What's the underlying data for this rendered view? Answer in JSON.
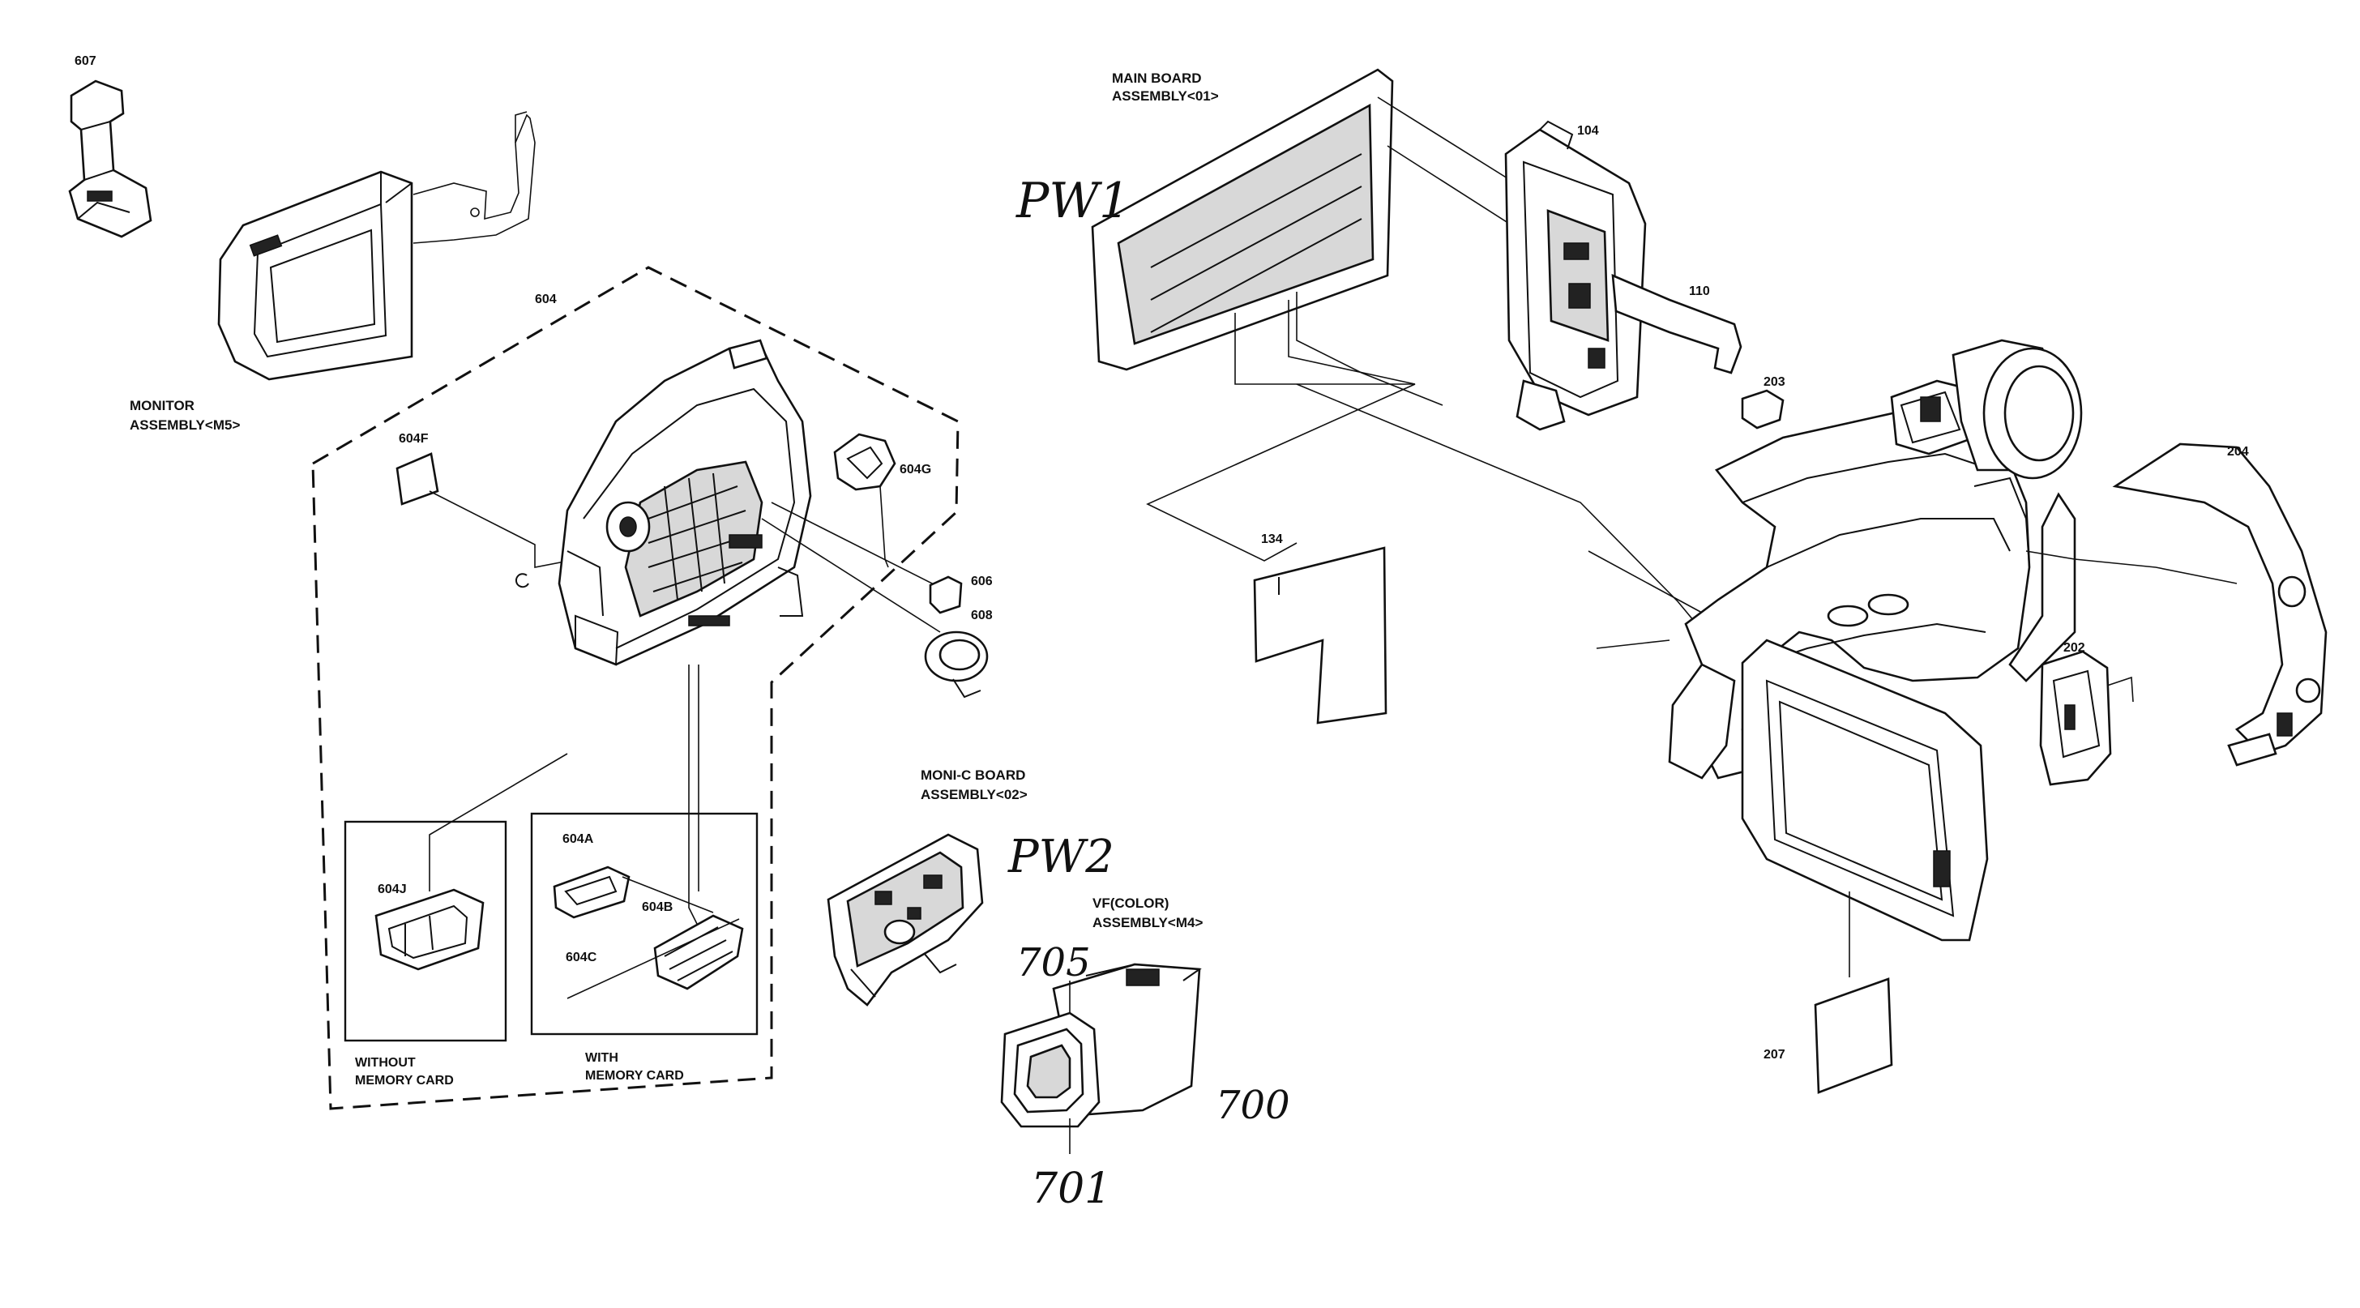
{
  "labels": {
    "p607": "607",
    "monitor": [
      "MONITOR",
      "ASSEMBLY<M5>"
    ],
    "p604": "604",
    "p604F": "604F",
    "p604G": "604G",
    "p606": "606",
    "p608": "608",
    "p604J": "604J",
    "p604A": "604A",
    "p604B": "604B",
    "p604C": "604C",
    "without": [
      "WITHOUT",
      "MEMORY CARD"
    ],
    "with": [
      "WITH",
      "MEMORY CARD"
    ],
    "main_board": [
      "MAIN BOARD",
      "ASSEMBLY<01>"
    ],
    "p104": "104",
    "p110": "110",
    "p203": "203",
    "p204": "204",
    "p134": "134",
    "p202": "202",
    "p207": "207",
    "monic": [
      "MONI-C BOARD",
      "ASSEMBLY<02>"
    ],
    "vf": [
      "VF(COLOR)",
      "ASSEMBLY<M4>"
    ]
  },
  "handwritten": {
    "pw1": "PW1",
    "pw2": "PW2",
    "h705": "705",
    "h700": "700",
    "h701": "701"
  }
}
